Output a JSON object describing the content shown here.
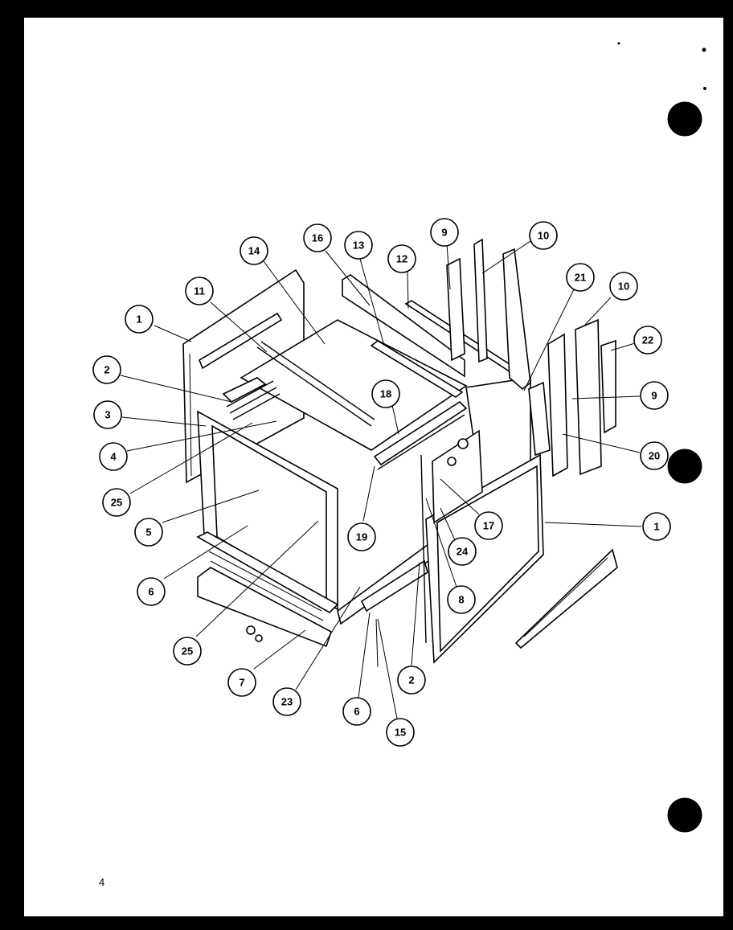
{
  "page": {
    "number": "4",
    "background": "#000000",
    "paper": "#ffffff"
  },
  "callouts": [
    {
      "id": "c-16",
      "label": "16"
    },
    {
      "id": "c-13",
      "label": "13"
    },
    {
      "id": "c-14",
      "label": "14"
    },
    {
      "id": "c-12",
      "label": "12"
    },
    {
      "id": "c-9a",
      "label": "9"
    },
    {
      "id": "c-10a",
      "label": "10"
    },
    {
      "id": "c-11",
      "label": "11"
    },
    {
      "id": "c-21",
      "label": "21"
    },
    {
      "id": "c-10b",
      "label": "10"
    },
    {
      "id": "c-1a",
      "label": "1"
    },
    {
      "id": "c-22",
      "label": "22"
    },
    {
      "id": "c-2a",
      "label": "2"
    },
    {
      "id": "c-18",
      "label": "18"
    },
    {
      "id": "c-9b",
      "label": "9"
    },
    {
      "id": "c-3",
      "label": "3"
    },
    {
      "id": "c-4",
      "label": "4"
    },
    {
      "id": "c-20",
      "label": "20"
    },
    {
      "id": "c-25a",
      "label": "25"
    },
    {
      "id": "c-1b",
      "label": "1"
    },
    {
      "id": "c-17",
      "label": "17"
    },
    {
      "id": "c-5",
      "label": "5"
    },
    {
      "id": "c-19",
      "label": "19"
    },
    {
      "id": "c-24",
      "label": "24"
    },
    {
      "id": "c-6a",
      "label": "6"
    },
    {
      "id": "c-8",
      "label": "8"
    },
    {
      "id": "c-25b",
      "label": "25"
    },
    {
      "id": "c-2b",
      "label": "2"
    },
    {
      "id": "c-7",
      "label": "7"
    },
    {
      "id": "c-23",
      "label": "23"
    },
    {
      "id": "c-6b",
      "label": "6"
    },
    {
      "id": "c-15",
      "label": "15"
    }
  ]
}
